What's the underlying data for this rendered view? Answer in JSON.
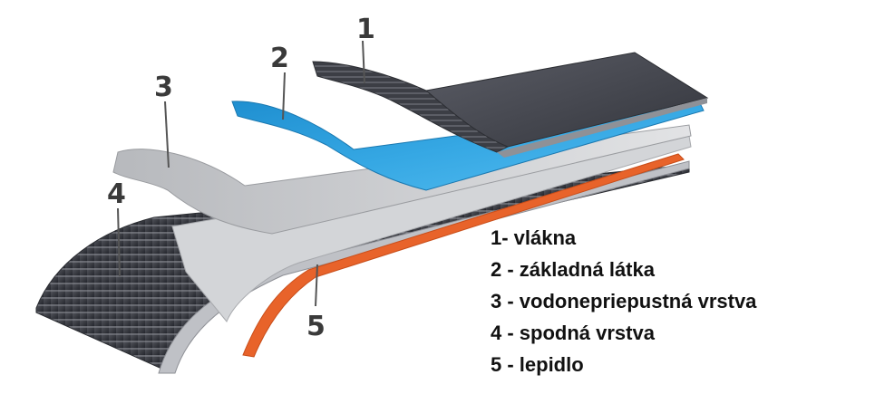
{
  "diagram": {
    "callout_numbers": [
      "1",
      "2",
      "3",
      "4",
      "5"
    ],
    "legend": [
      "1- vlákna",
      "2 - základná látka",
      "3 - vodonepriepustná vrstva",
      "4 - spodná vrstva",
      "5 - lepidlo"
    ],
    "colors": {
      "fibers": "#4a4c54",
      "base_fabric": "#2fa0dc",
      "waterproof_layer": "#c9cbcf",
      "bottom_layer": "#3c3e46",
      "adhesive": "#e8632a"
    }
  }
}
